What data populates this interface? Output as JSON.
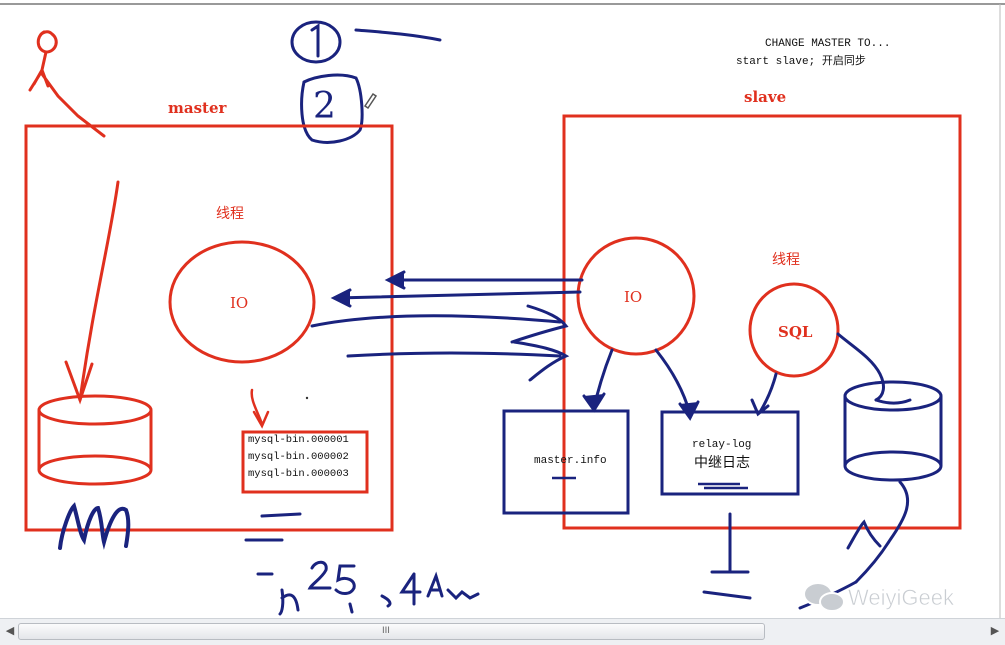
{
  "header": {
    "cmd_line1": "CHANGE MASTER TO...",
    "cmd_line2": "start slave; 开启同步"
  },
  "master": {
    "title": "master",
    "thread_label": "线程",
    "io_label": "IO",
    "binlogs": [
      "mysql-bin.000001",
      "mysql-bin.000002",
      "mysql-bin.000003"
    ]
  },
  "slave": {
    "title": "slave",
    "io_label": "IO",
    "sql_thread_label": "线程",
    "sql_label": "SQL",
    "master_info": "master.info",
    "relay_log": "relay-log",
    "relay_log_cn": "中继日志"
  },
  "annotations": {
    "step1": "①",
    "step2": "2",
    "m_letter": "m",
    "handwritten_numbers": "25.4th"
  },
  "watermark": {
    "text": "WeiyiGeek",
    "icon": "wechat-icon"
  },
  "scrollbar": {
    "grip": "III",
    "left_arrow": "◀",
    "right_arrow": "▶"
  },
  "colors": {
    "red": "#e0301e",
    "navy": "#1a237e",
    "black": "#111111"
  }
}
